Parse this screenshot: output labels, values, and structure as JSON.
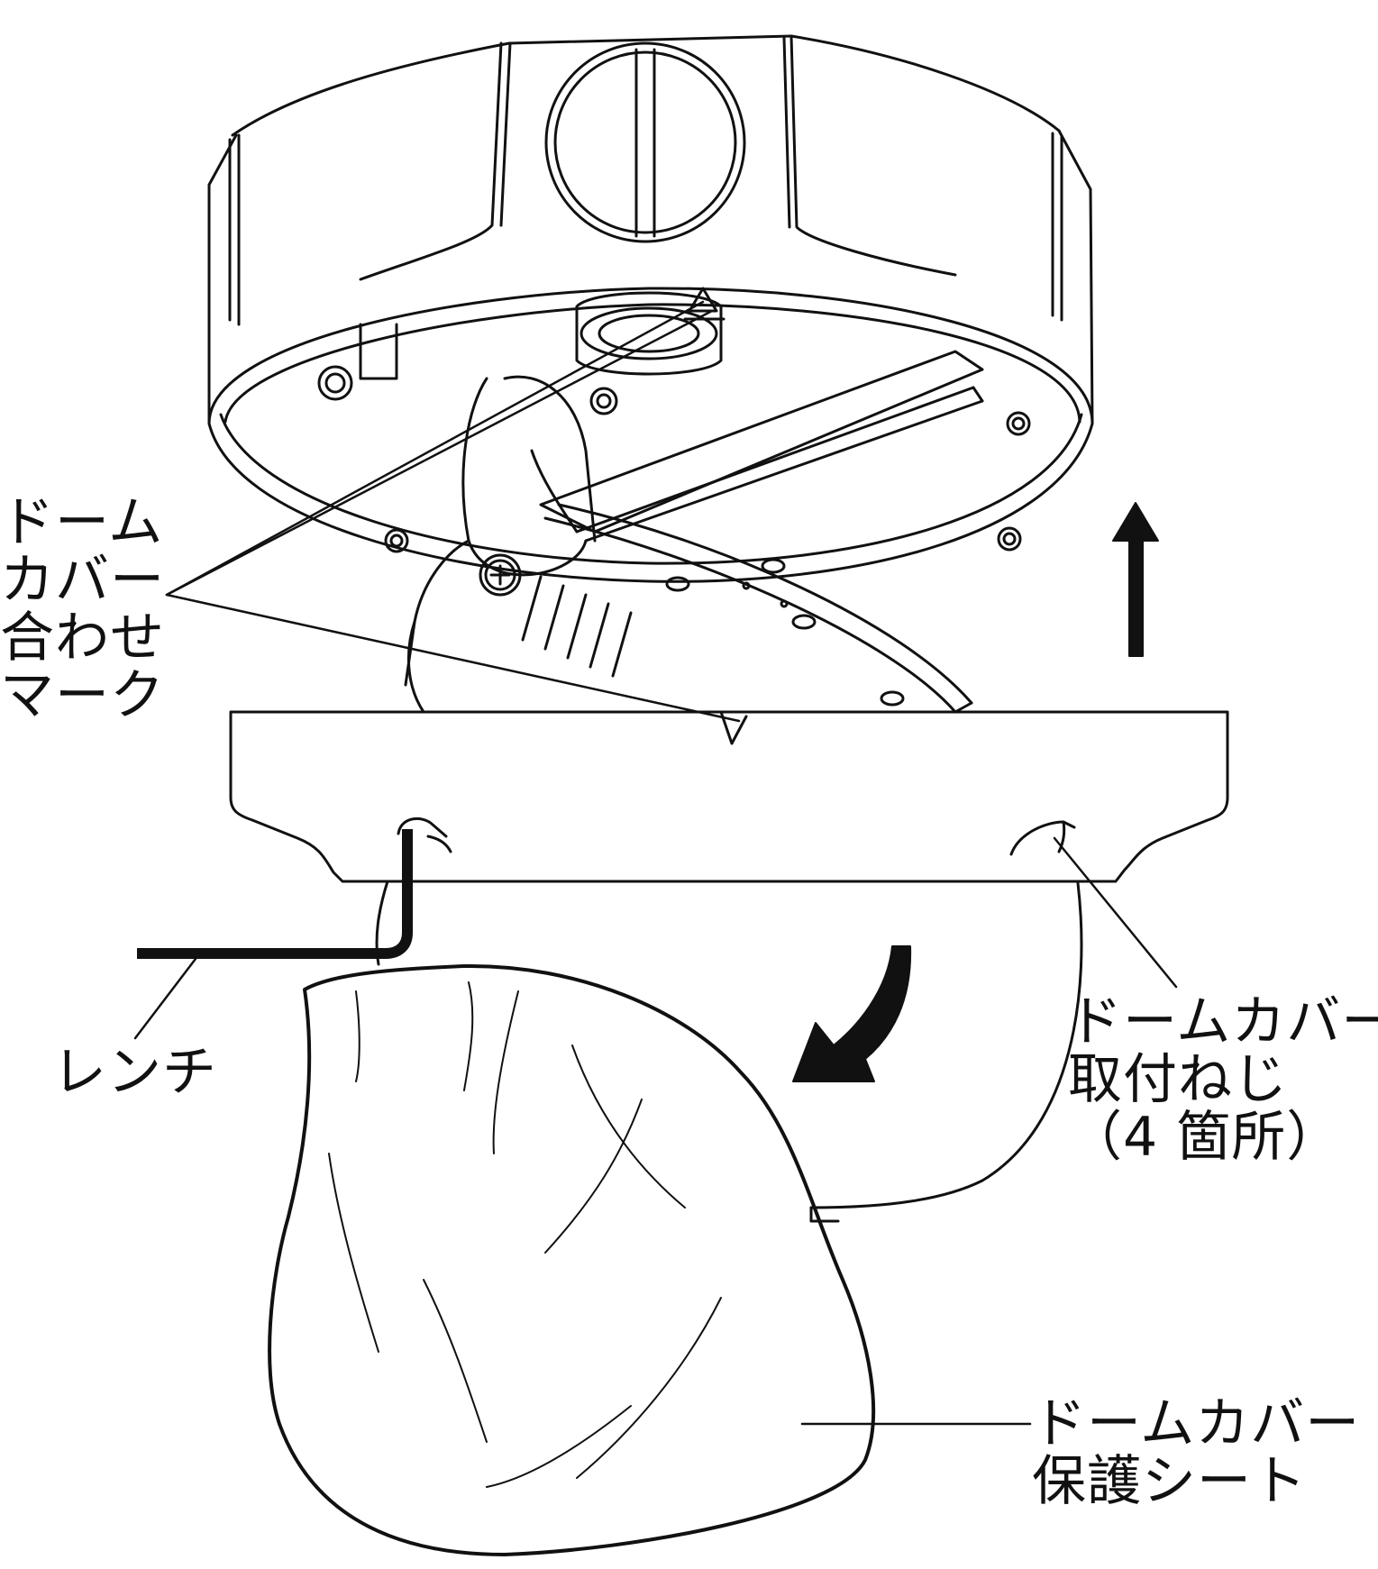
{
  "labels": {
    "mark": [
      "ドーム",
      "カバー",
      "合わせ",
      "マーク"
    ],
    "wrench": "レンチ",
    "screws": [
      "ドームカバー",
      "取付ねじ",
      "（4 箇所）"
    ],
    "sheet": [
      "ドームカバー",
      "保護シート"
    ]
  },
  "colors": {
    "line": "#111111",
    "background": "#ffffff"
  }
}
